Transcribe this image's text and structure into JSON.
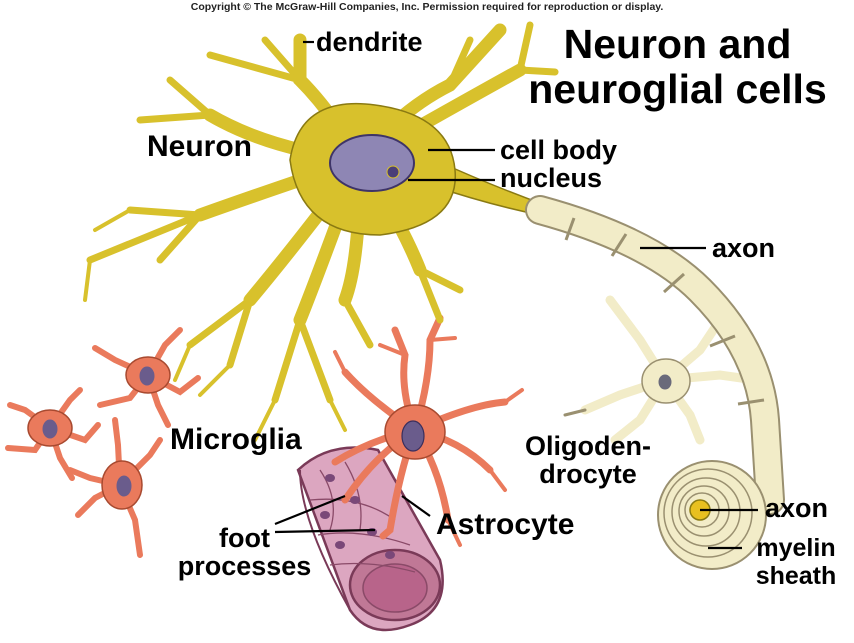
{
  "copyright": "Copyright © The McGraw-Hill Companies, Inc. Permission required for reproduction or display.",
  "title": [
    "Neuron and",
    "neuroglial cells"
  ],
  "labels": {
    "dendrite": "dendrite",
    "neuron": "Neuron",
    "cell_body": "cell body",
    "nucleus": "nucleus",
    "axon_top": "axon",
    "microglia": "Microglia",
    "oligodendrocyte": [
      "Oligoden-",
      "drocyte"
    ],
    "foot_processes": [
      "foot",
      "processes"
    ],
    "astrocyte": "Astrocyte",
    "axon_bottom": "axon",
    "myelin_sheath": [
      "myelin",
      "sheath"
    ]
  },
  "colors": {
    "neuron_fill": "#d8c12c",
    "neuron_stroke": "#8a7a12",
    "nucleus_fill": "#8e86b4",
    "glia_fill": "#ea7a5c",
    "glia_stroke": "#a84a30",
    "vessel_fill": "#dca6c0",
    "vessel_stroke": "#7a3a58",
    "myelin_fill": "#f2ecc8",
    "myelin_stroke": "#9a9070",
    "axon_core": "#e8c020"
  }
}
